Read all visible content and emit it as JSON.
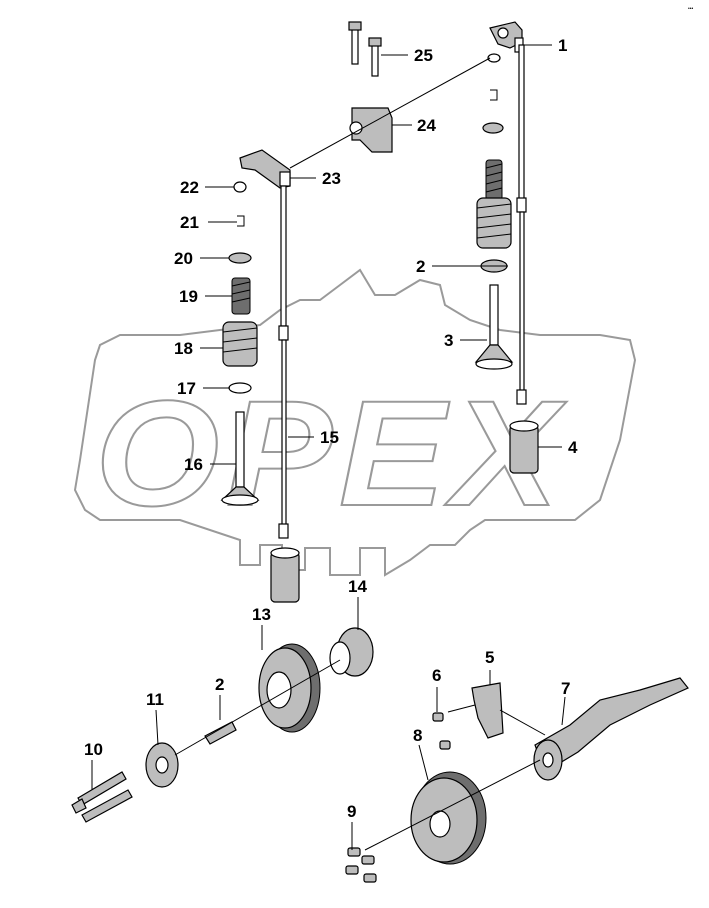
{
  "watermark": {
    "text": "OPEX"
  },
  "corner_mark": "•••",
  "callouts": [
    "1",
    "2",
    "3",
    "4",
    "5",
    "6",
    "7",
    "8",
    "9",
    "10",
    "11",
    "2",
    "13",
    "14",
    "15",
    "16",
    "17",
    "18",
    "19",
    "20",
    "21",
    "22",
    "23",
    "24",
    "25"
  ],
  "colors": {
    "line": "#000000",
    "part_fill": "#bdbdbd",
    "watermark": "#9a9a9a"
  }
}
